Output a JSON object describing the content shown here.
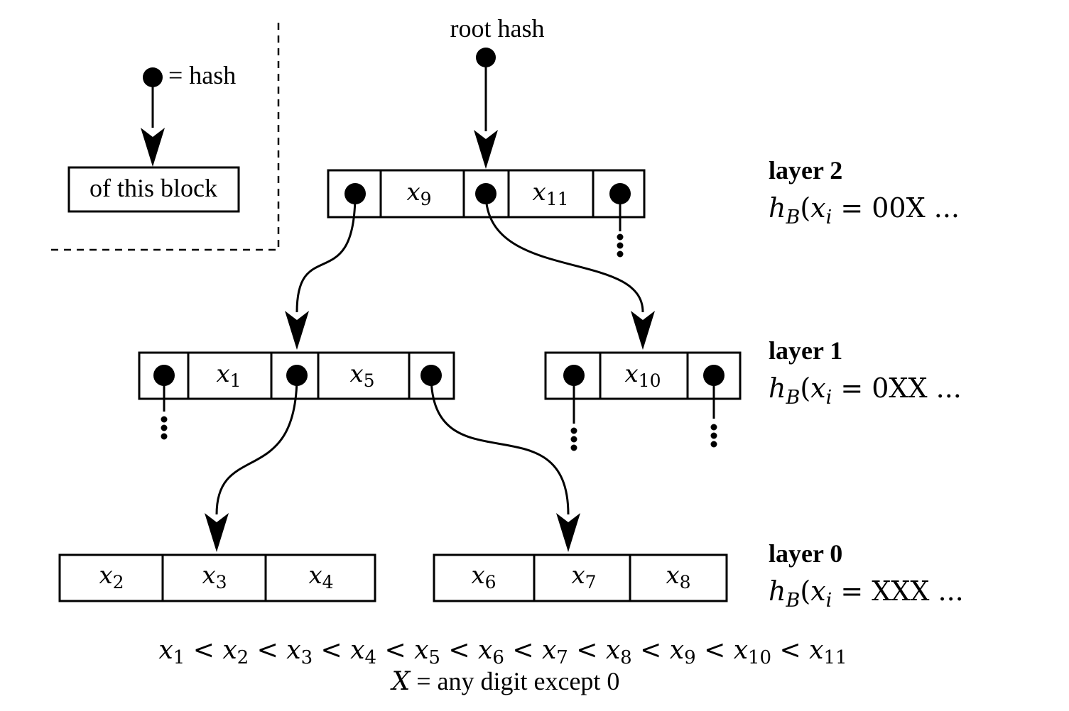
{
  "legend": {
    "hash_label": "= hash",
    "box_label": "of this block"
  },
  "root_label": "root hash",
  "layers": [
    {
      "title": "layer 2",
      "prefix": "00X",
      "formula_lhs": "h",
      "formula_sub": "B",
      "arg": "x",
      "arg_sub": "i",
      "ellipsis": "..."
    },
    {
      "title": "layer 1",
      "prefix": "0XX",
      "formula_lhs": "h",
      "formula_sub": "B",
      "arg": "x",
      "arg_sub": "i",
      "ellipsis": "..."
    },
    {
      "title": "layer 0",
      "prefix": "XXX",
      "formula_lhs": "h",
      "formula_sub": "B",
      "arg": "x",
      "arg_sub": "i",
      "ellipsis": "..."
    }
  ],
  "nodes": {
    "layer2": {
      "keys": [
        "9",
        "11"
      ]
    },
    "layer1_left": {
      "keys": [
        "1",
        "5"
      ]
    },
    "layer1_right": {
      "keys": [
        "10"
      ]
    },
    "layer0_left": {
      "keys": [
        "2",
        "3",
        "4"
      ]
    },
    "layer0_right": {
      "keys": [
        "6",
        "7",
        "8"
      ]
    }
  },
  "ordering": [
    "1",
    "2",
    "3",
    "4",
    "5",
    "6",
    "7",
    "8",
    "9",
    "10",
    "11"
  ],
  "ordering_symbol": "<",
  "footnote": {
    "variable": "X",
    "text": "= any digit except 0"
  }
}
